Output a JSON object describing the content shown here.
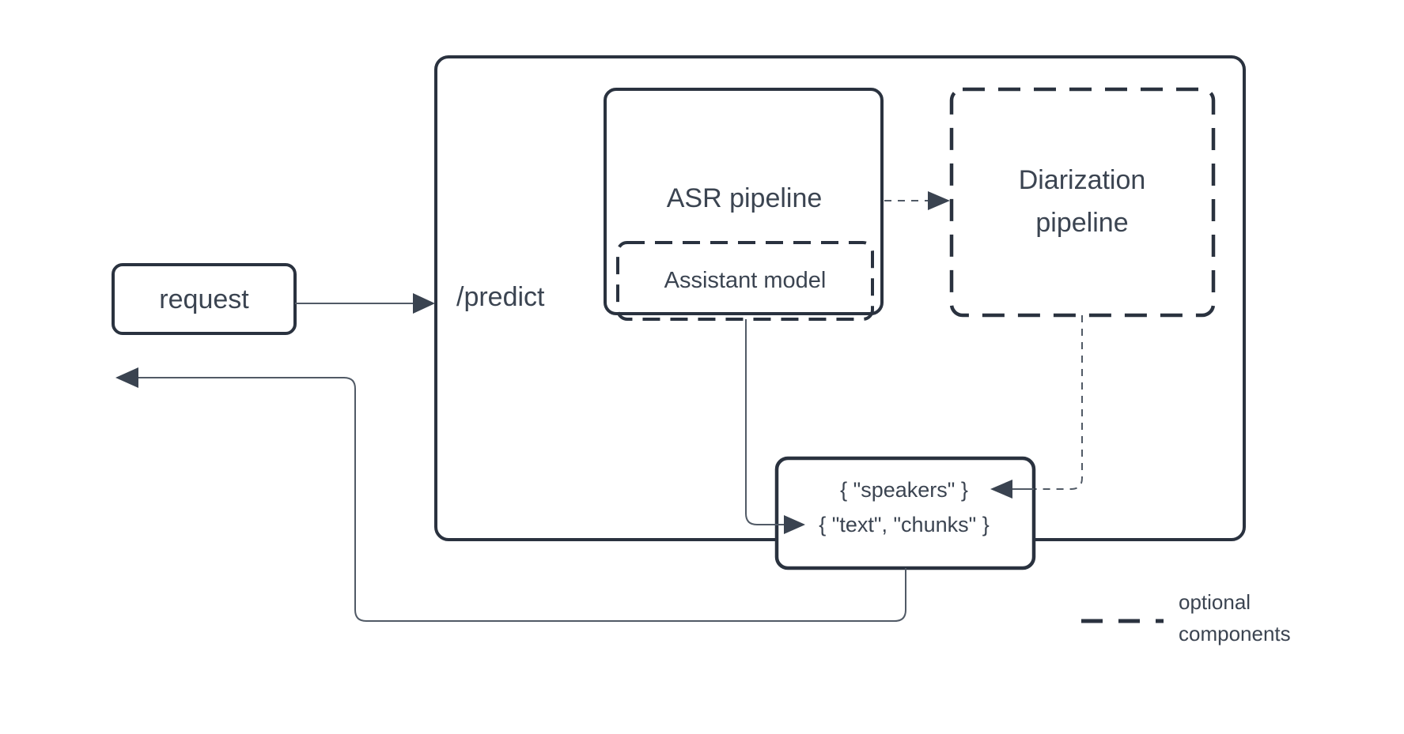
{
  "nodes": {
    "request": {
      "label": "request"
    },
    "predict": {
      "label": "/predict"
    },
    "asr_pipeline": {
      "label": "ASR pipeline"
    },
    "assistant_model": {
      "label": "Assistant model"
    },
    "diarization_pipeline": {
      "label_line1": "Diarization",
      "label_line2": "pipeline"
    },
    "response": {
      "line1": "{ \"speakers\" }",
      "line2": "{ \"text\", \"chunks\" }"
    }
  },
  "legend": {
    "label_line1": "optional",
    "label_line2": "components"
  },
  "colors": {
    "box_stroke": "#2a323f",
    "connector": "#515a66",
    "arrowhead": "#3a4350",
    "text": "#3b4451",
    "background": "#ffffff"
  }
}
